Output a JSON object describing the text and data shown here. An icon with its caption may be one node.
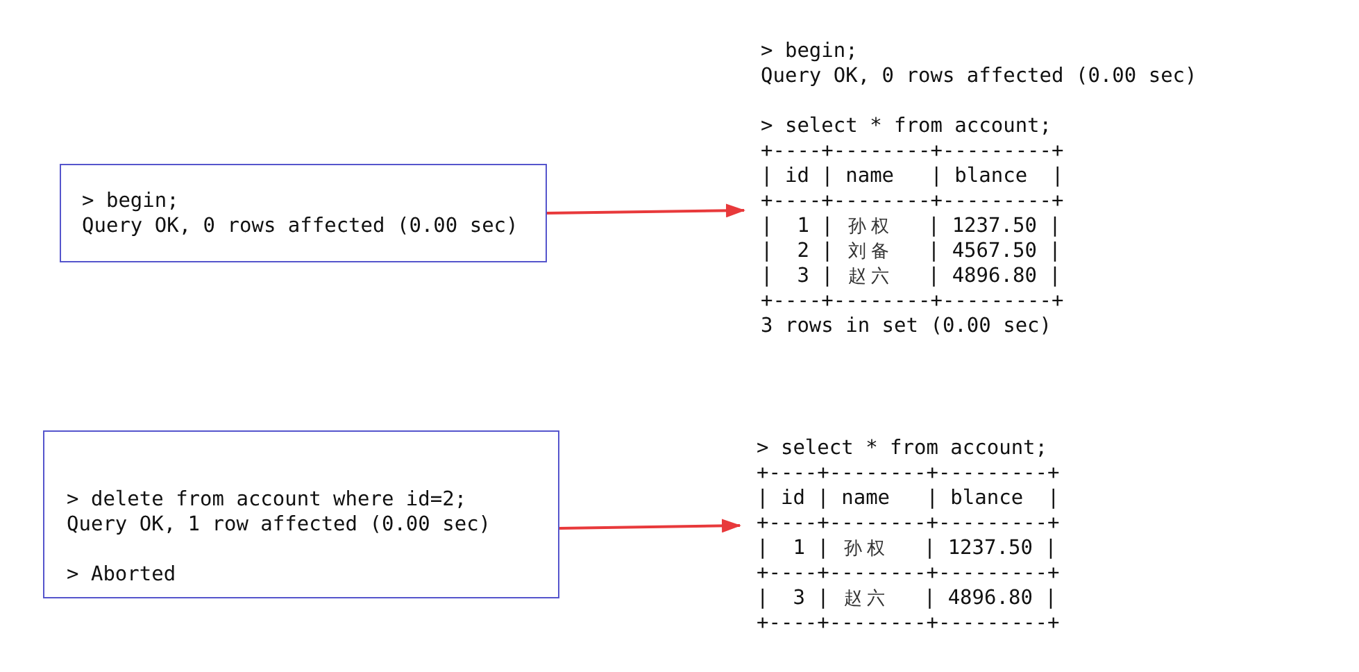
{
  "diagram": {
    "nodes": [
      {
        "text": [
          "> begin;",
          "Query OK, 0 rows affected (0.00 sec)"
        ]
      },
      {
        "text": [
          "> begin;",
          "Query OK, 0 rows affected (0.00 sec)",
          "> select * from account;",
          "+----+--------+---------+",
          "| id | name   | blance  |",
          "+----+--------+---------+",
          "|  1 | 孙权   | 1237.50 |",
          "|  2 | 刘备   | 4567.50 |",
          "|  3 | 赵六   | 4896.80 |",
          "+----+--------+---------+",
          "3 rows in set (0.00 sec)"
        ]
      },
      {
        "text": [
          "> delete from account where id=2;",
          "Query OK, 1 row affected (0.00 sec)",
          "> Aborted"
        ]
      },
      {
        "text": [
          "> select * from account;",
          "+----+--------+---------+",
          "| id | name   | blance  |",
          "+----+--------+---------+",
          "|  1 | 孙权   | 1237.50 |",
          "+----+--------+---------+",
          "|  3 | 赵六   | 4896.80 |",
          "+----+--------+---------+"
        ]
      }
    ],
    "edges": [
      {
        "from": 0,
        "to": 1,
        "arrow": "to",
        "color": "#e8393b"
      },
      {
        "from": 2,
        "to": 3,
        "arrow": "to",
        "color": "#e8393b"
      }
    ]
  }
}
